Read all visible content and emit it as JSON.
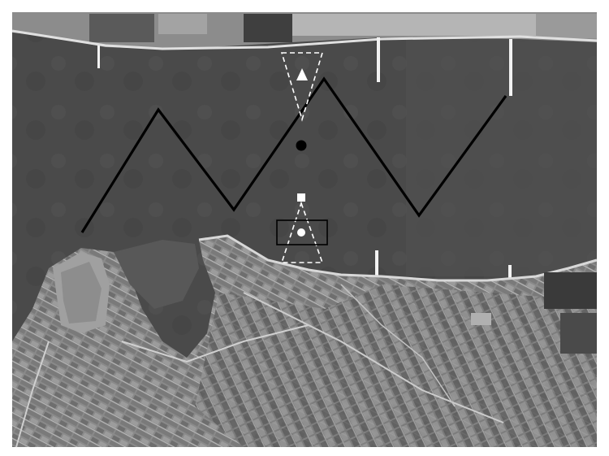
{
  "image": {
    "kind": "grayscale satellite photograph",
    "regions": [
      "river-channel",
      "northern-riverbank",
      "southern-farmland",
      "peninsula"
    ],
    "annotations": {
      "zigzag_line_color": "#000000",
      "marker_fill": "#ffffff",
      "dashed_outline_color": "#ffffff",
      "box_outline_color": "#000000",
      "dot_color": "#000000"
    }
  }
}
